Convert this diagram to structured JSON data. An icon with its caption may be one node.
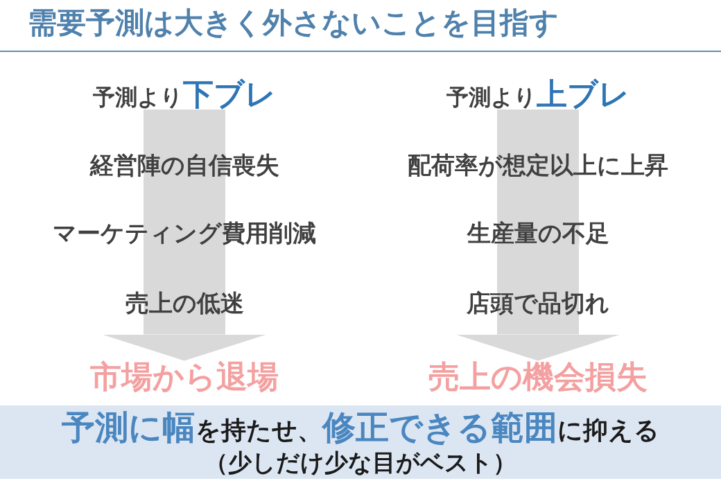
{
  "diagram": {
    "title": "需要予測は大きく外さないことを目指す",
    "nodes": [
      {
        "text": [
          "予測より**下ブレ**"
        ]
      },
      {
        "text": [
          "経営陣の自信喪失"
        ]
      },
      {
        "text": [
          "マーケティング費用削減"
        ]
      },
      {
        "text": [
          "売上の低迷"
        ]
      },
      {
        "text": [
          "市場から退場"
        ]
      },
      {
        "text": [
          "予測より**上ブレ**"
        ]
      },
      {
        "text": [
          "配荷率が想定以上に上昇"
        ]
      },
      {
        "text": [
          "生産量の不足"
        ]
      },
      {
        "text": [
          "店頭で品切れ"
        ]
      },
      {
        "text": [
          "売上の機会損失"
        ]
      },
      {
        "text": [
          "**予測に幅**を持たせ、**修正できる範囲**に抑える",
          "（少しだけ少な目がベスト）"
        ]
      }
    ],
    "edges": [
      {
        "from": 0,
        "to": 1,
        "arrow": "none"
      },
      {
        "from": 1,
        "to": 2,
        "arrow": "none"
      },
      {
        "from": 2,
        "to": 3,
        "arrow": "none"
      },
      {
        "from": 3,
        "to": 4,
        "arrow": "to"
      },
      {
        "from": 5,
        "to": 6,
        "arrow": "none"
      },
      {
        "from": 6,
        "to": 7,
        "arrow": "none"
      },
      {
        "from": 7,
        "to": 8,
        "arrow": "none"
      },
      {
        "from": 8,
        "to": 9,
        "arrow": "to"
      }
    ]
  }
}
